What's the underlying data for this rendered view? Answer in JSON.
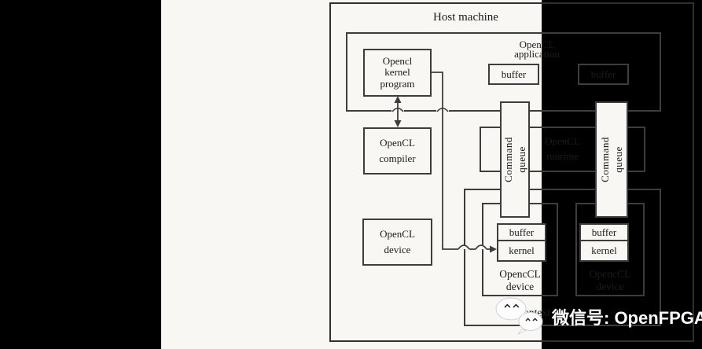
{
  "diagram": {
    "host": {
      "label": "Host machine"
    },
    "application": {
      "lines": [
        "OpenCL",
        "application"
      ],
      "buffers": [
        "buffer",
        "buffer"
      ]
    },
    "kernel_program": {
      "lines": [
        "Opencl",
        "kernel",
        "program"
      ]
    },
    "compiler": {
      "lines": [
        "OpenCL",
        "compiler"
      ]
    },
    "runtime": {
      "lines": [
        "OpenCL",
        "runrime"
      ]
    },
    "command_queue_left": {
      "lines": [
        "Command",
        "queue"
      ]
    },
    "command_queue_right": {
      "lines": [
        "Command",
        "queue"
      ]
    },
    "host_device": {
      "lines": [
        "OpenCL",
        "device"
      ]
    },
    "context": {
      "label": "context",
      "devices": [
        {
          "buffer": "buffer",
          "kernel": "kernel",
          "label_lines": [
            "OpencCL",
            "device"
          ]
        },
        {
          "buffer": "buffer",
          "kernel": "kernel",
          "label_lines": [
            "OpencCL",
            "device"
          ]
        }
      ]
    }
  },
  "watermark": {
    "text": "微信号: OpenFPGA"
  },
  "colors": {
    "background": "#000000",
    "paper": "#f8f7f4",
    "line": "#3d3d3d",
    "text": "#1b1b1b",
    "watermark_text": "#ffffff"
  }
}
